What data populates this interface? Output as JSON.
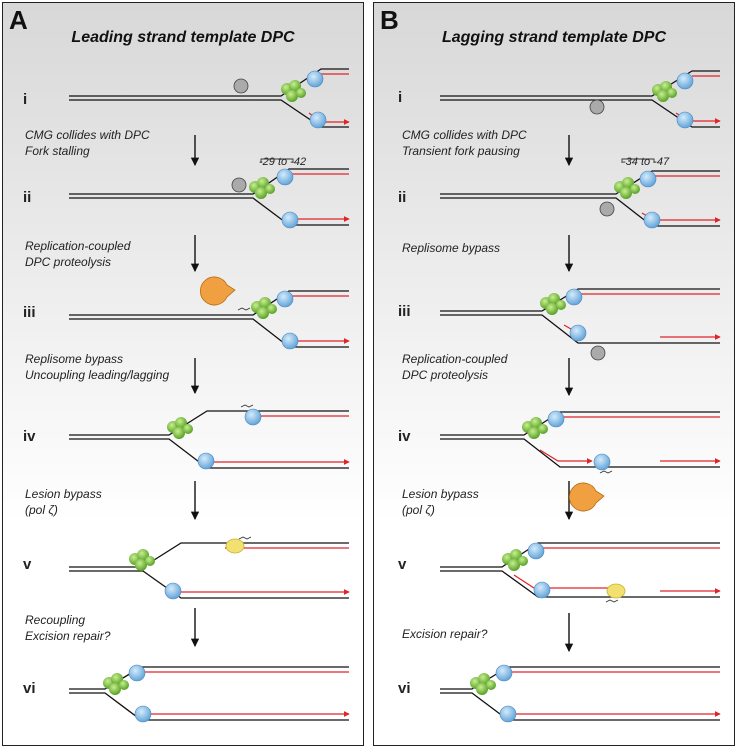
{
  "panels": [
    {
      "letter": "A",
      "title": "Leading strand template DPC",
      "steps": [
        "i",
        "ii",
        "iii",
        "iv",
        "v",
        "vi"
      ],
      "labels": [
        "CMG collides with DPC\nFork stalling",
        "Replication-coupled\nDPC proteolysis",
        "Replisome bypass\nUncoupling leading/lagging",
        "Lesion bypass\n(pol ζ)",
        "Recoupling\nExcision repair?"
      ],
      "footprint": "-29 to -42"
    },
    {
      "letter": "B",
      "title": "Lagging strand template DPC",
      "steps": [
        "i",
        "ii",
        "iii",
        "iv",
        "v",
        "vi"
      ],
      "labels": [
        "CMG collides with DPC\nTransient fork pausing",
        "Replisome bypass",
        "Replication-coupled\nDPC proteolysis",
        "Lesion bypass\n(pol ζ)",
        "Excision repair?"
      ],
      "footprint": "-34 to -47"
    }
  ],
  "colors": {
    "dna": "#111111",
    "nascent": "#e0242a",
    "cmg": "#7cc242",
    "pol": "#7fb8e6",
    "dpc": "#9a9a9a",
    "protease": "#f0a040",
    "tls": "#f2e070"
  }
}
